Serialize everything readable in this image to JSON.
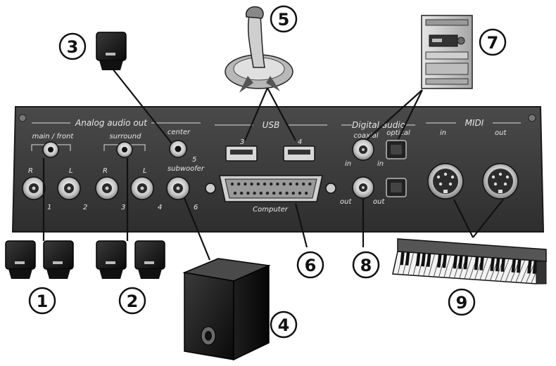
{
  "panel": {
    "section_analog": "Analog audio out",
    "section_usb": "USB",
    "section_digital": "Digital audio",
    "section_midi": "MIDI",
    "label_main_front": "main / front",
    "label_surround": "surround",
    "label_center": "center",
    "label_subwoofer": "subwoofer",
    "label_computer": "Computer",
    "label_coaxial": "coaxial",
    "label_optical": "optical",
    "jack_r1": "R",
    "jack_l1": "L",
    "jack_r2": "R",
    "jack_l2": "L",
    "port_1": "1",
    "port_2": "2",
    "port_3": "3",
    "port_4": "4",
    "port_5": "5",
    "port_6": "6",
    "usb_3": "3",
    "usb_4": "4",
    "digital_in_coax": "in",
    "digital_in_opt": "in",
    "digital_out_coax": "out",
    "digital_out_opt": "out",
    "midi_in": "in",
    "midi_out": "out"
  },
  "callouts": {
    "c1": "1",
    "c2": "2",
    "c3": "3",
    "c4": "4",
    "c5": "5",
    "c6": "6",
    "c7": "7",
    "c8": "8",
    "c9": "9"
  },
  "colors": {
    "panel": "#3a3a3a",
    "panel_edge": "#222222",
    "text_on_panel": "#e8e8e8",
    "jack_ring": "#cfcfcf",
    "speaker": "#1a1a1a"
  }
}
